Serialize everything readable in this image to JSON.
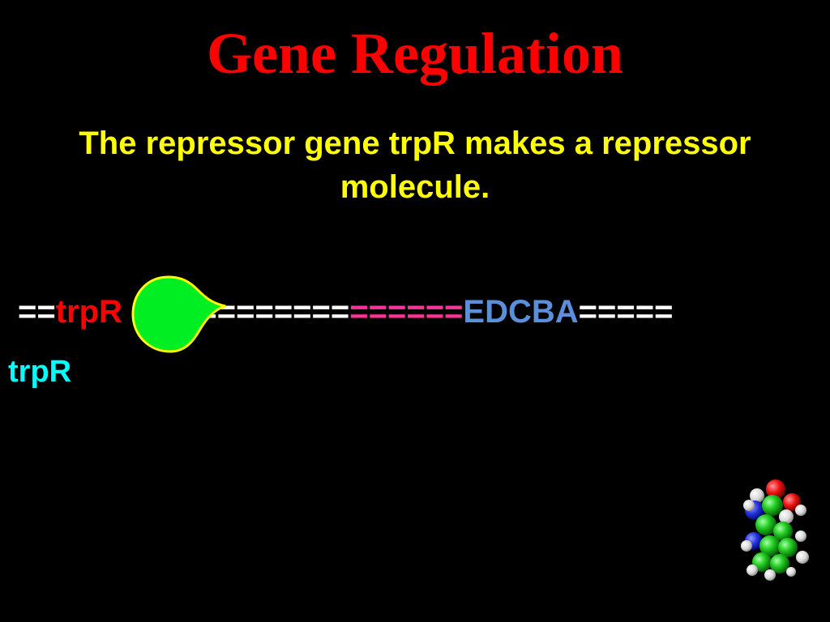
{
  "slide": {
    "title": "Gene Regulation",
    "subtitle": "The repressor gene trpR makes a repressor molecule."
  },
  "dna_strand": {
    "prefix": "==",
    "gene": "trpR",
    "spacer": "===",
    "middle": "=========",
    "highlight": "======",
    "operon": "EDCBA",
    "suffix": "====="
  },
  "label": {
    "trpR": "trpR"
  },
  "colors": {
    "background": "#000000",
    "title": "#ff0000",
    "subtitle": "#ffff00",
    "gene": "#ff0000",
    "label": "#00ffff",
    "highlight": "#ff3399",
    "operon": "#5b8fd9",
    "repressor_fill": "#00ee22",
    "repressor_stroke": "#ffff00"
  },
  "icons": {
    "repressor": "repressor-molecule-shape",
    "tryptophan": "tryptophan-molecule-model"
  }
}
